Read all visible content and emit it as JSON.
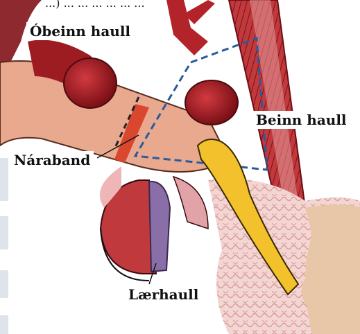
{
  "labels": {
    "obeinn_haull": "Óbeinn haull",
    "beinn_haull": "Beinn haull",
    "naraband": "Náraband",
    "laerhaull": "Lærhaull",
    "top_clip": "...) ... ... ... ... ... ..."
  },
  "colors": {
    "background": "#ffffff",
    "muscle": "#b3232a",
    "muscle_dark": "#6e0d12",
    "skin": "#e9a98e",
    "ligament": "#f2c12c",
    "dashed_triangle": "#2a5a9c",
    "bone_pattern": "#e7b9b7",
    "vessel": "#8a6ea8"
  }
}
